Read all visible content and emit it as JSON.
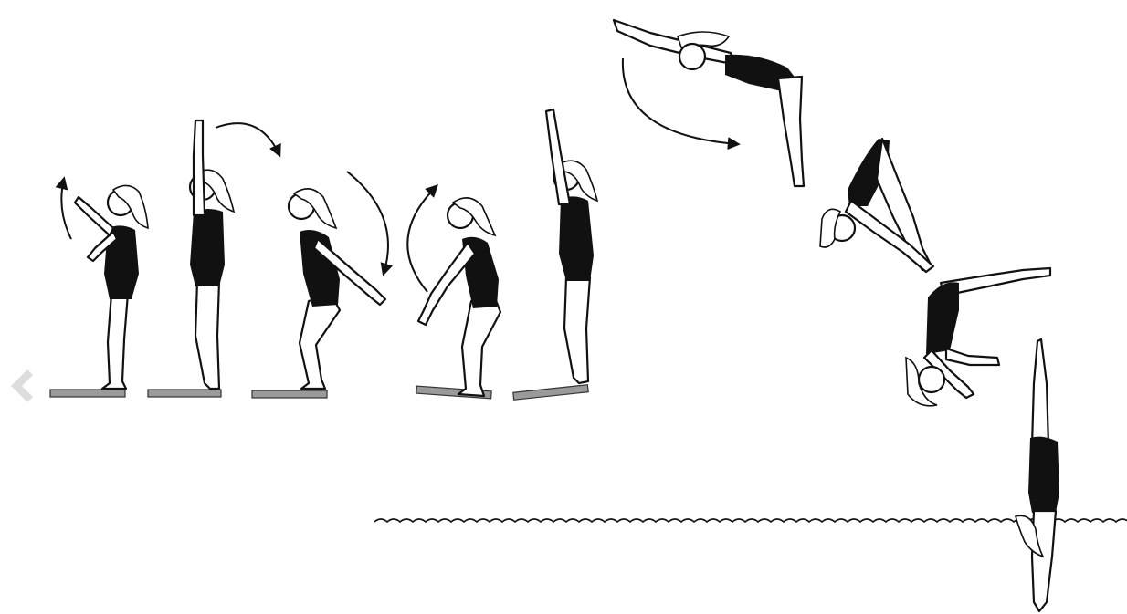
{
  "diagram": {
    "colors": {
      "ink": "#111111",
      "background": "#ffffff",
      "board": "#9a9a9a",
      "watermark": "#dddddd"
    },
    "stages": [
      {
        "name": "stance-arms-raising",
        "has_board": true,
        "has_arrow": true
      },
      {
        "name": "arms-overhead",
        "has_board": true,
        "has_arrow": true
      },
      {
        "name": "arms-swing-down-crouch",
        "has_board": true,
        "has_arrow": true
      },
      {
        "name": "arms-swing-forward-crouch",
        "has_board": true,
        "has_arrow": true
      },
      {
        "name": "takeoff-arms-overhead",
        "has_board": true,
        "has_arrow": false
      },
      {
        "name": "flight-layout",
        "has_board": false,
        "has_arrow": true
      },
      {
        "name": "pike-position",
        "has_board": false,
        "has_arrow": false
      },
      {
        "name": "opening-from-pike",
        "has_board": false,
        "has_arrow": false
      },
      {
        "name": "vertical-entry",
        "has_board": false,
        "has_arrow": false
      }
    ],
    "watermark_icon": "chevron-left-icon"
  }
}
